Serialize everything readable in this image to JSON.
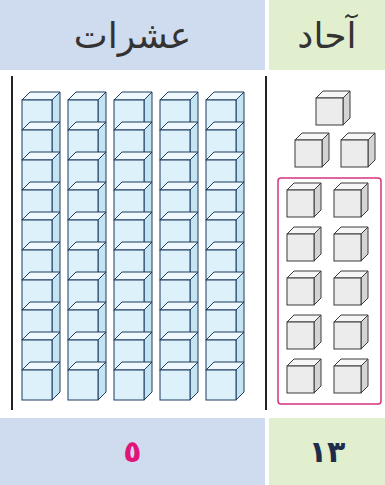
{
  "diagram": {
    "labels": [
      "عشرات",
      "آحاد",
      "٥",
      "١٣"
    ]
  }
}
